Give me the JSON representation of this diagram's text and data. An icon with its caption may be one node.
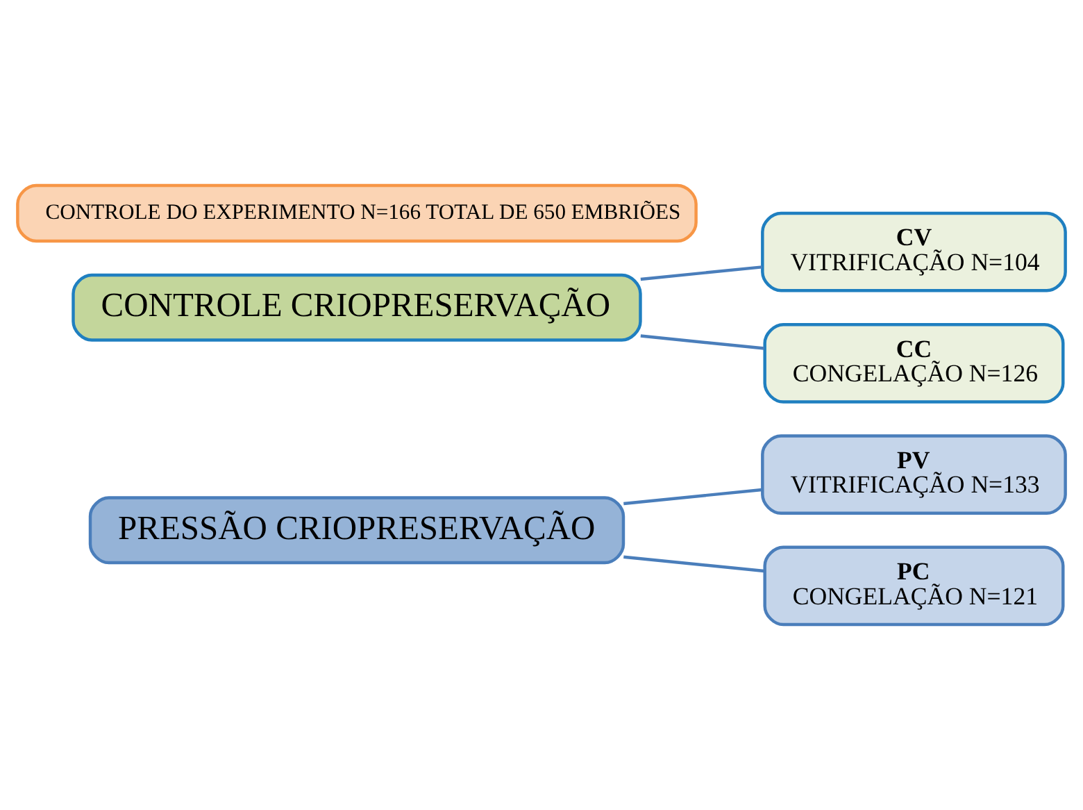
{
  "diagram": {
    "nodes": [
      {
        "text": [
          "PRESSÃO CRIOPRESERVAÇÃO"
        ]
      },
      {
        "text": [
          "PV",
          "VITRIFICAÇÃO N=133"
        ]
      },
      {
        "text": [
          "PC",
          "CONGELAÇÃO N=121"
        ]
      },
      {
        "text": [
          "CONTROLE CRIOPRESERVAÇÃO"
        ]
      },
      {
        "text": [
          "CV",
          "VITRIFICAÇÃO N=104"
        ]
      },
      {
        "text": [
          "CC",
          "CONGELAÇÃO N=126"
        ]
      },
      {
        "text": [
          "CONTROLE DO EXPERIMENTO N=166 TOTAL DE 650 EMBRIÕES"
        ]
      }
    ],
    "edges": [
      {
        "from": 0,
        "to": 1,
        "arrow": "none"
      },
      {
        "from": 0,
        "to": 2,
        "arrow": "none"
      },
      {
        "from": 3,
        "to": 4,
        "arrow": "none"
      },
      {
        "from": 3,
        "to": 5,
        "arrow": "none"
      }
    ]
  }
}
